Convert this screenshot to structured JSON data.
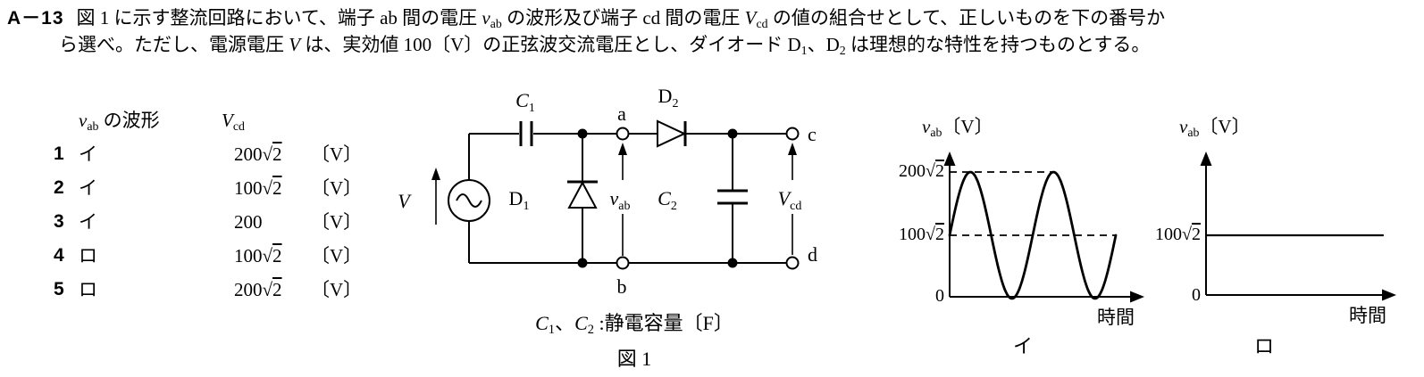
{
  "question": {
    "number": "A－13",
    "line1": [
      {
        "t": "図 1 に示す整流回路において、端子 ab 間の電圧 "
      },
      {
        "t": "v",
        "cls": "i"
      },
      {
        "t": "ab",
        "cls": "sub"
      },
      {
        "t": " の波形及び端子 cd 間の電圧 "
      },
      {
        "t": "V",
        "cls": "i"
      },
      {
        "t": "cd",
        "cls": "sub"
      },
      {
        "t": " の値の組合せとして、正しいものを下の番号か"
      }
    ],
    "line2": [
      {
        "t": "ら選べ。ただし、電源電圧 "
      },
      {
        "t": "V",
        "cls": "i"
      },
      {
        "t": " は、実効値 100〔V〕の正弦波交流電圧とし、ダイオード D"
      },
      {
        "t": "1",
        "cls": "sub"
      },
      {
        "t": "、D"
      },
      {
        "t": "2",
        "cls": "sub"
      },
      {
        "t": " は理想的な特性を持つものとする。"
      }
    ]
  },
  "choices": {
    "header_wave": [
      {
        "t": "v",
        "cls": "i"
      },
      {
        "t": "ab",
        "cls": "sub"
      },
      {
        "t": " の波形"
      }
    ],
    "header_vcd": [
      {
        "t": "V",
        "cls": "i"
      },
      {
        "t": "cd",
        "cls": "sub"
      }
    ],
    "rows": [
      {
        "num": "1",
        "waveform": "イ",
        "vcd": "200√2",
        "unit": "〔V〕"
      },
      {
        "num": "2",
        "waveform": "イ",
        "vcd": "100√2",
        "unit": "〔V〕"
      },
      {
        "num": "3",
        "waveform": "イ",
        "vcd": "200",
        "unit": "〔V〕"
      },
      {
        "num": "4",
        "waveform": "ロ",
        "vcd": "100√2",
        "unit": "〔V〕"
      },
      {
        "num": "5",
        "waveform": "ロ",
        "vcd": "200√2",
        "unit": "〔V〕"
      }
    ]
  },
  "circuit": {
    "source_label": "V",
    "c1_base": "C",
    "c1_sub": "1",
    "d1_base": "D",
    "d1_sub": "1",
    "d2_base": "D",
    "d2_sub": "2",
    "c2_base": "C",
    "c2_sub": "2",
    "vab_base": "v",
    "vab_sub": "ab",
    "vcd_base": "V",
    "vcd_sub": "cd",
    "terminal_a": "a",
    "terminal_b": "b",
    "terminal_c": "c",
    "terminal_d": "d",
    "caption": [
      {
        "t": "C",
        "cls": "i"
      },
      {
        "t": "1",
        "cls": "sub"
      },
      {
        "t": "、"
      },
      {
        "t": "C",
        "cls": "i"
      },
      {
        "t": "2",
        "cls": "sub"
      },
      {
        "t": " :静電容量〔F〕"
      }
    ],
    "figure_label": "図 1"
  },
  "chart_data": [
    {
      "type": "line",
      "name": "イ",
      "title": "v_ab〔V〕",
      "title_rich": [
        {
          "t": "v",
          "cls": "i"
        },
        {
          "t": "ab",
          "cls": "sub"
        },
        {
          "t": "〔V〕"
        }
      ],
      "xlabel": "時間",
      "yticks": [
        "0",
        "100√2",
        "200√2"
      ],
      "ytick_values": [
        0,
        141.42,
        282.84
      ],
      "waveform": "offset_sine",
      "offset": 141.42,
      "amplitude": 141.42,
      "y_min": 0,
      "y_max": 282.84,
      "cycles_shown": 2,
      "dashed_guides": [
        282.84,
        141.42
      ],
      "grid": false,
      "legend": false
    },
    {
      "type": "line",
      "name": "ロ",
      "title": "v_ab〔V〕",
      "title_rich": [
        {
          "t": "v",
          "cls": "i"
        },
        {
          "t": "ab",
          "cls": "sub"
        },
        {
          "t": "〔V〕"
        }
      ],
      "xlabel": "時間",
      "yticks": [
        "0",
        "100√2"
      ],
      "ytick_values": [
        0,
        141.42
      ],
      "waveform": "constant",
      "value": 141.42,
      "value_label": "100√2",
      "grid": false,
      "legend": false
    }
  ]
}
